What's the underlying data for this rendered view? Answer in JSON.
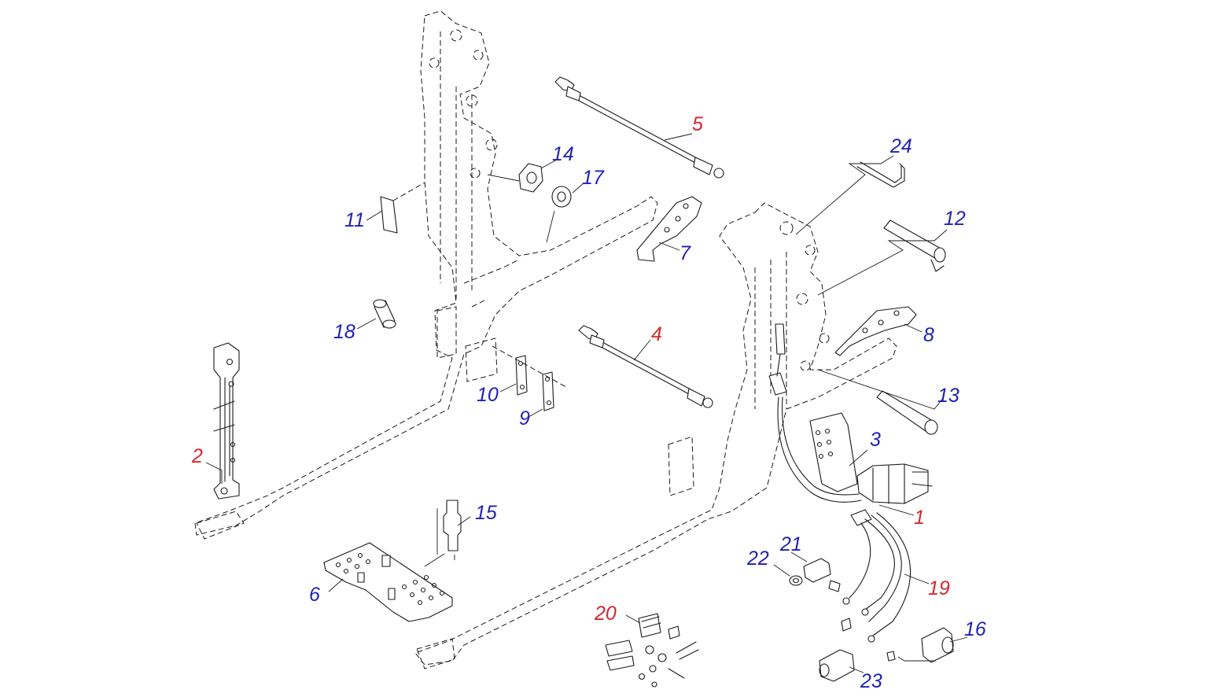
{
  "diagram": {
    "callouts": [
      {
        "id": "c1",
        "text": "1",
        "color": "#d8262c"
      },
      {
        "id": "c2",
        "text": "2",
        "color": "#d8262c"
      },
      {
        "id": "c3",
        "text": "3",
        "color": "#1f1fb8"
      },
      {
        "id": "c4",
        "text": "4",
        "color": "#d8262c"
      },
      {
        "id": "c5",
        "text": "5",
        "color": "#d8262c"
      },
      {
        "id": "c6",
        "text": "6",
        "color": "#1f1fb8"
      },
      {
        "id": "c7",
        "text": "7",
        "color": "#1f1fb8"
      },
      {
        "id": "c8",
        "text": "8",
        "color": "#1f1fb8"
      },
      {
        "id": "c9",
        "text": "9",
        "color": "#1f1fb8"
      },
      {
        "id": "c10",
        "text": "10",
        "color": "#1f1fb8"
      },
      {
        "id": "c11",
        "text": "11",
        "color": "#1f1fb8"
      },
      {
        "id": "c12",
        "text": "12",
        "color": "#1f1fb8"
      },
      {
        "id": "c13",
        "text": "13",
        "color": "#1f1fb8"
      },
      {
        "id": "c14",
        "text": "14",
        "color": "#1f1fb8"
      },
      {
        "id": "c15",
        "text": "15",
        "color": "#1f1fb8"
      },
      {
        "id": "c16",
        "text": "16",
        "color": "#1f1fb8"
      },
      {
        "id": "c17",
        "text": "17",
        "color": "#1f1fb8"
      },
      {
        "id": "c18",
        "text": "18",
        "color": "#1f1fb8"
      },
      {
        "id": "c19",
        "text": "19",
        "color": "#d8262c"
      },
      {
        "id": "c20",
        "text": "20",
        "color": "#d8262c"
      },
      {
        "id": "c21",
        "text": "21",
        "color": "#1f1fb8"
      },
      {
        "id": "c22",
        "text": "22",
        "color": "#1f1fb8"
      },
      {
        "id": "c23",
        "text": "23",
        "color": "#1f1fb8"
      },
      {
        "id": "c24",
        "text": "24",
        "color": "#1f1fb8"
      }
    ]
  }
}
